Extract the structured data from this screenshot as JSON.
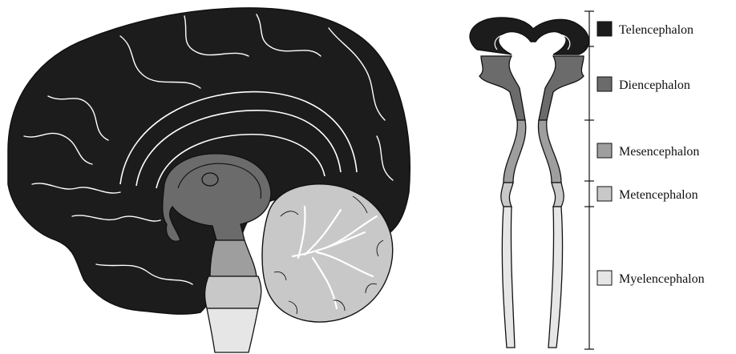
{
  "regions": [
    {
      "id": "telencephalon",
      "label": "Telencephalon",
      "color": "#1c1c1c"
    },
    {
      "id": "diencephalon",
      "label": "Diencephalon",
      "color": "#6b6b6b"
    },
    {
      "id": "mesencephalon",
      "label": "Mesencephalon",
      "color": "#9e9e9e"
    },
    {
      "id": "metencephalon",
      "label": "Metencephalon",
      "color": "#c8c8c8"
    },
    {
      "id": "myelencephalon",
      "label": "Myelencephalon",
      "color": "#e6e6e6"
    }
  ],
  "colors": {
    "background": "#ffffff",
    "outline": "#111111",
    "sulci": "#ffffff"
  }
}
